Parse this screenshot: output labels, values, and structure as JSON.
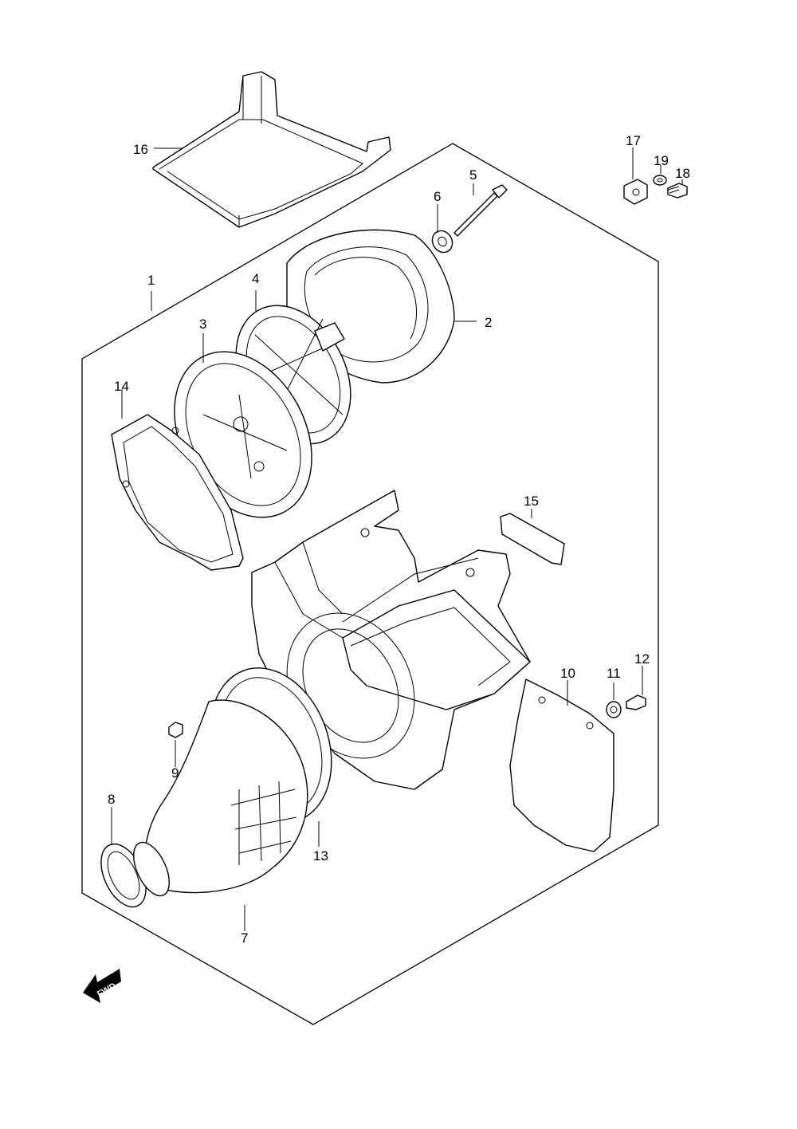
{
  "diagram": {
    "type": "exploded-parts-diagram",
    "direction_badge": "FWD",
    "callouts": [
      "1",
      "2",
      "3",
      "4",
      "5",
      "6",
      "7",
      "8",
      "9",
      "10",
      "11",
      "12",
      "13",
      "14",
      "15",
      "16",
      "17",
      "18",
      "19"
    ]
  }
}
